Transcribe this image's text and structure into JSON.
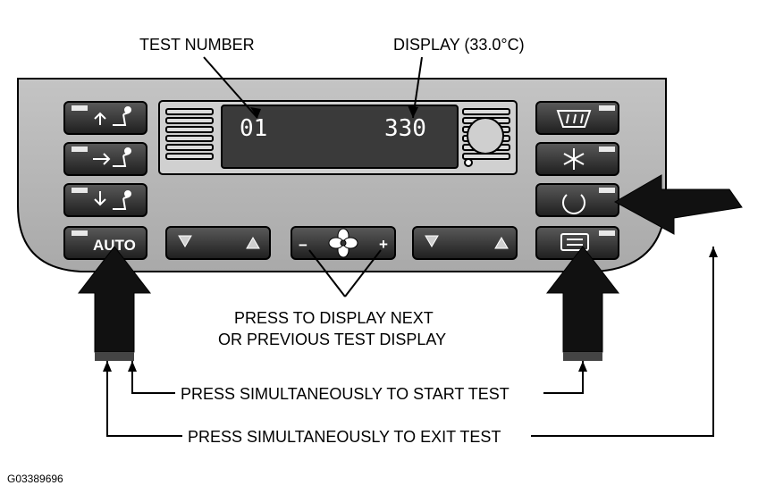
{
  "labels": {
    "test_number": "TEST NUMBER",
    "display": "DISPLAY (33.0°C)",
    "press_next_line1": "PRESS TO DISPLAY NEXT",
    "press_next_line2": "OR PREVIOUS TEST DISPLAY",
    "start_test": "PRESS SIMULTANEOUSLY TO START TEST",
    "exit_test": "PRESS SIMULTANEOUSLY TO EXIT TEST",
    "figure_code": "G03389696"
  },
  "lcd": {
    "test_number_value": "01",
    "display_value": "330"
  },
  "buttons": {
    "auto_label": "AUTO",
    "fan_minus": "−",
    "fan_plus": "+"
  },
  "colors": {
    "panel": "#b9b9b9",
    "button": "#2f2f2f",
    "lcd": "#3a3a3a",
    "arrow": "#111111"
  }
}
